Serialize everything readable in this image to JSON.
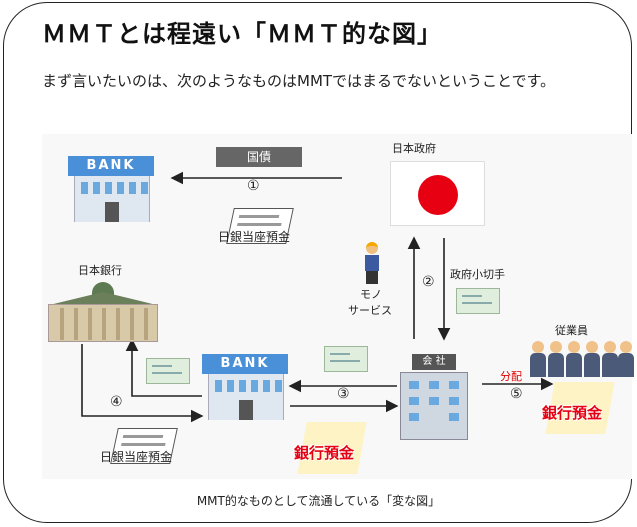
{
  "header": {
    "title": "ＭＭＴとは程遠い「ＭＭＴ的な図」",
    "subtitle": "まず言いたいのは、次のようなものはMMTではまるでないということです。"
  },
  "diagram": {
    "bank_sign": "BANK",
    "bank_sign_lower": "BANK",
    "gov_bond": "国債",
    "government": "日本政府",
    "boj": "日本銀行",
    "boj_account_top": "日銀当座預金",
    "boj_account_bottom": "日銀当座預金",
    "goods": "モノ",
    "services": "サービス",
    "gov_check": "政府小切手",
    "company_sign": "会 社",
    "employees": "従業員",
    "distribution": "分配",
    "deposit_center": "銀行預金",
    "deposit_right": "銀行預金",
    "steps": [
      "①",
      "②",
      "③",
      "④",
      "⑤"
    ]
  },
  "footer": {
    "caption": "MMT的なものとして流通している「変な図」"
  },
  "colors": {
    "flag_red": "#e60012",
    "bank_blue": "#4a90d9",
    "deposit_red": "#e60012",
    "distribution_red": "#dd0000"
  }
}
